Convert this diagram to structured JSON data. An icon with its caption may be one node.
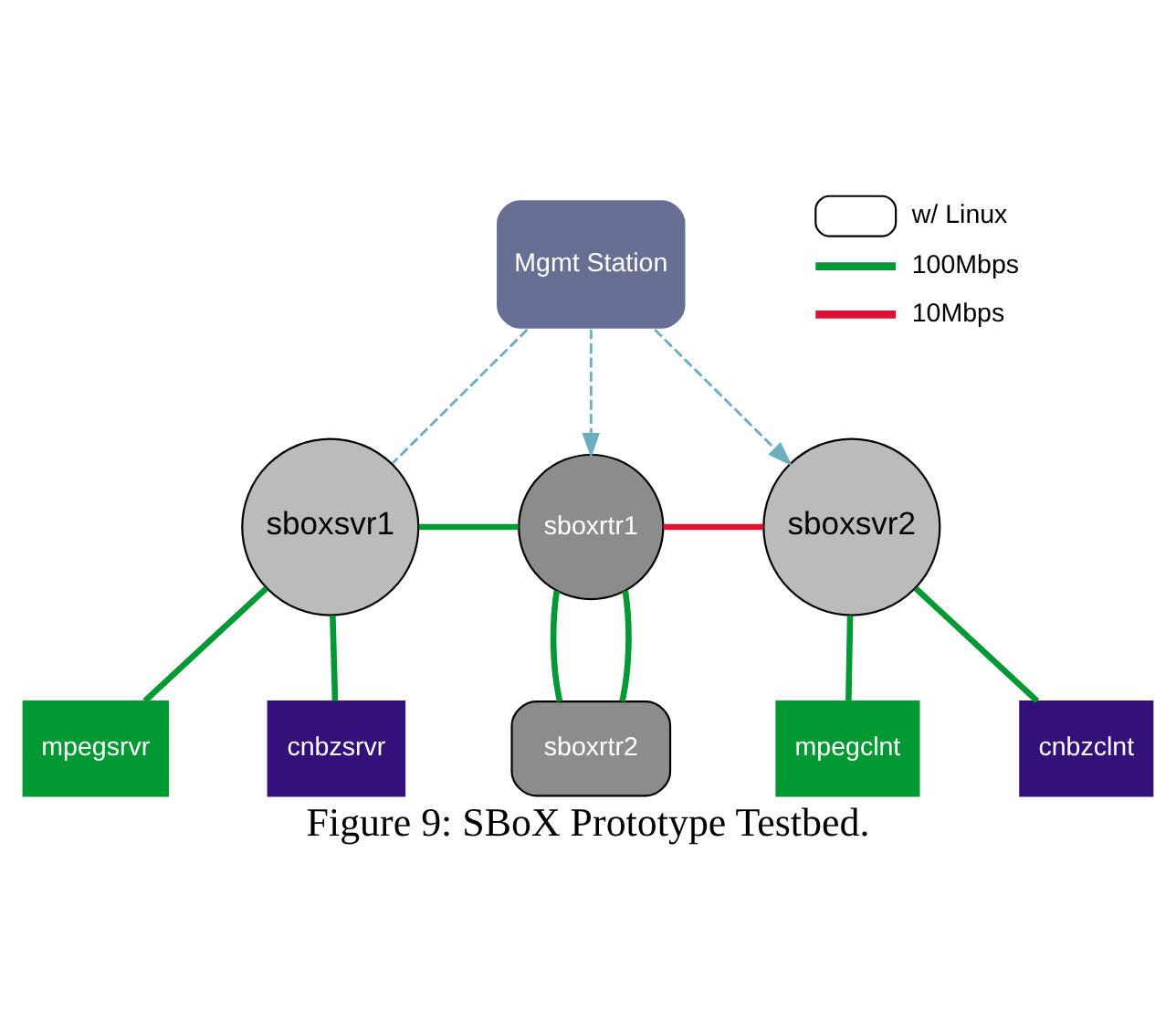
{
  "diagram": {
    "caption": "Figure 9: SBoX Prototype Testbed.",
    "nodes": [
      {
        "text": [
          "Mgmt Station"
        ]
      },
      {
        "text": [
          "mpegsrvr"
        ]
      },
      {
        "text": [
          "sboxsvr1"
        ]
      },
      {
        "text": [
          "sboxrtr1"
        ]
      },
      {
        "text": [
          "sboxsvr2"
        ]
      },
      {
        "text": [
          "mpegclnt"
        ]
      },
      {
        "text": [
          "cnbzsrvr"
        ]
      },
      {
        "text": [
          "cnbzclnt"
        ]
      },
      {
        "text": [
          "sboxrtr2"
        ]
      }
    ],
    "edges": [
      {
        "from": 0,
        "to": 2,
        "arrow": "none",
        "style": "dashed",
        "color": "#6aaec0"
      },
      {
        "from": 0,
        "to": 3,
        "arrow": "to",
        "style": "dashed",
        "color": "#6aaec0"
      },
      {
        "from": 0,
        "to": 4,
        "arrow": "to",
        "style": "dashed",
        "color": "#6aaec0"
      },
      {
        "from": 1,
        "to": 2,
        "arrow": "none",
        "color": "#009933"
      },
      {
        "from": 6,
        "to": 2,
        "arrow": "none",
        "color": "#009933"
      },
      {
        "from": 2,
        "to": 3,
        "arrow": "none",
        "color": "#009933"
      },
      {
        "from": 3,
        "to": 4,
        "arrow": "none",
        "color": "#dd1133"
      },
      {
        "from": 4,
        "to": 5,
        "arrow": "none",
        "color": "#009933"
      },
      {
        "from": 4,
        "to": 7,
        "arrow": "none",
        "color": "#009933"
      },
      {
        "from": 3,
        "to": 8,
        "arrow": "none",
        "color": "#009933"
      },
      {
        "from": 3,
        "to": 8,
        "arrow": "none",
        "color": "#009933"
      }
    ],
    "legend": [
      {
        "text": "w/ Linux"
      },
      {
        "text": "100Mbps",
        "color": "#009933"
      },
      {
        "text": "10Mbps",
        "color": "#dd1133"
      }
    ]
  }
}
